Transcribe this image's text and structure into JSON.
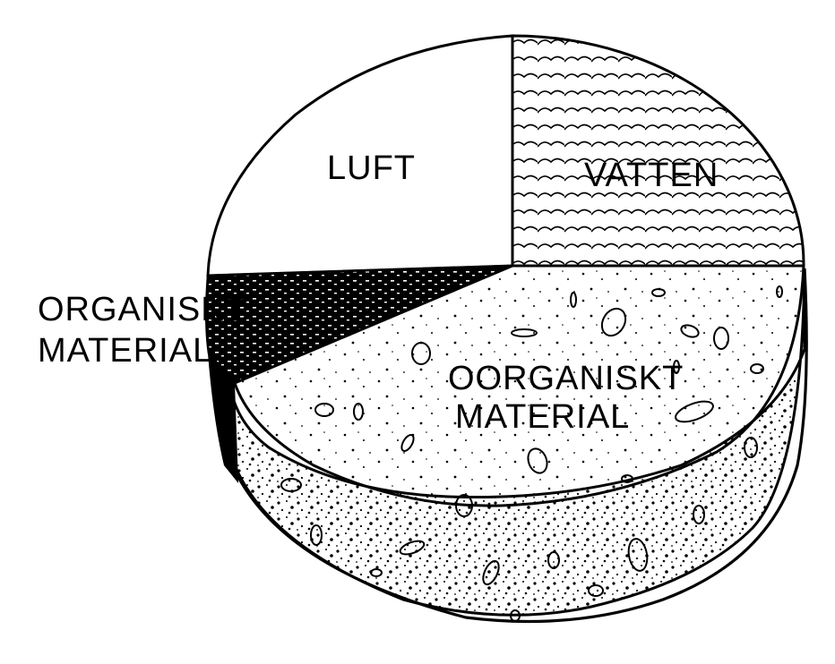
{
  "diagram": {
    "labels": {
      "luft": "LUFT",
      "vatten": "VATTEN",
      "oorganiskt_line1": "OORGANISKT",
      "oorganiskt_line2": "MATERIAL",
      "organiskt_line1": "ORGANISKT",
      "organiskt_line2": "MATERIAL"
    },
    "colors": {
      "ink": "#000000",
      "paper": "#ffffff"
    }
  }
}
